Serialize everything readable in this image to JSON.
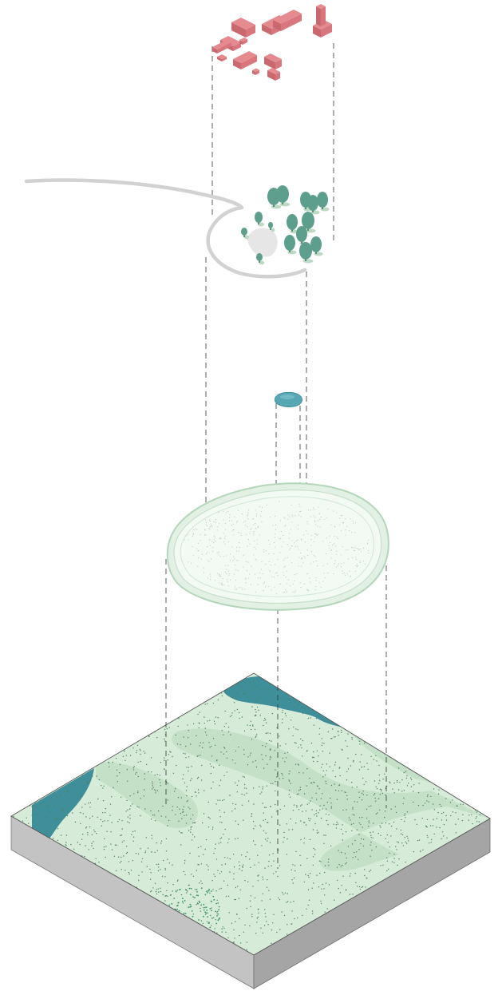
{
  "diagram": {
    "kind": "exploded-axonometric",
    "layers": [
      {
        "id": "buildings",
        "color": "#e58a8f",
        "shade": "#c9686f"
      },
      {
        "id": "trees-and-path",
        "color": "#5e9e8c",
        "shade": "#3f7a68",
        "path_color": "#d0d0d0",
        "clearing_color": "#e6e6e6"
      },
      {
        "id": "pond",
        "color": "#58a7b5"
      },
      {
        "id": "wetland-disc",
        "color": "#e3f1e5",
        "edge": "#b4d6ba"
      },
      {
        "id": "terrain-block",
        "top_color": "#d6ecd9",
        "band_color": "#c4e1c8",
        "water_color": "#3f8f9b",
        "side_left": "#c3c3c3",
        "side_right": "#a5a5a5"
      }
    ],
    "guide_line_color": "#333333"
  }
}
